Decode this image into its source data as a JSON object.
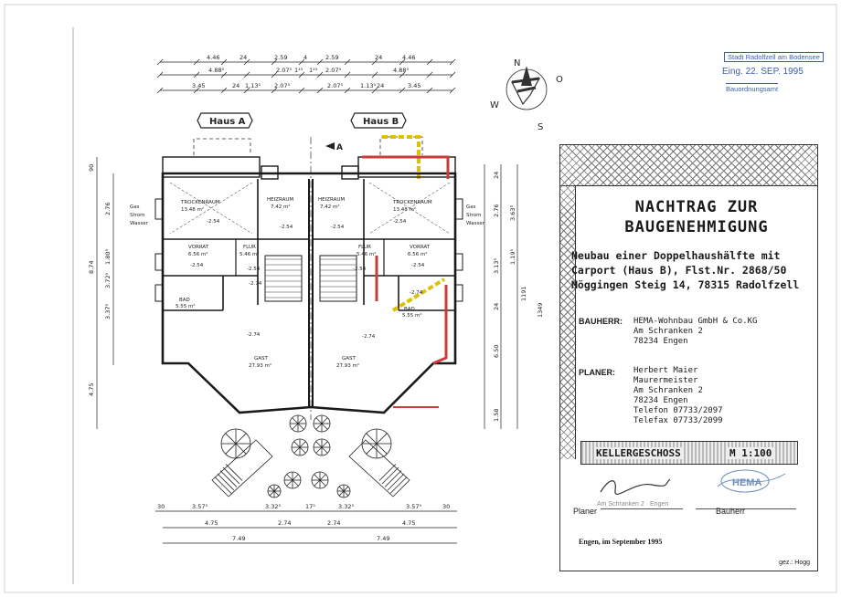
{
  "receipt_stamp": {
    "authority": "Stadt Radolfzell am Bodensee",
    "received": "Eing. 22. SEP. 1995",
    "office": "Bauordnungsamt"
  },
  "compass": {
    "n": "N",
    "s": "S",
    "w": "W",
    "o": "O"
  },
  "house_labels": {
    "a": "Haus A",
    "b": "Haus B"
  },
  "section_marker": "A",
  "dims_top": {
    "row1": [
      "4.46",
      "24",
      "2.59",
      "4",
      "2.59",
      "24",
      "4.46"
    ],
    "row2": [
      "4.88⁵",
      "2.07⁵",
      "1¹⁵",
      "1¹⁵",
      "2.07⁵",
      "4.88⁵"
    ],
    "row3": [
      "3.45",
      "24",
      "1.13⁵",
      "2.07⁵",
      "2.07⁵",
      "1.13⁵",
      "24",
      "3.45"
    ]
  },
  "dims_left": [
    "90",
    "2.76",
    "3.72⁵",
    "8.74",
    "1.80⁵",
    "3.37⁵",
    "4.75"
  ],
  "dims_right": [
    "24",
    "2.76",
    "3.63⁵",
    "3.13⁵",
    "24",
    "1.19⁵",
    "1191",
    "6.50",
    "1.58",
    "1349"
  ],
  "dims_bottom": {
    "row1": [
      "30",
      "3.57⁵",
      "3.32⁵",
      "17⁵",
      "3.32⁵",
      "3.57⁵",
      "30"
    ],
    "row2": [
      "4.75",
      "2.74",
      "2.74",
      "4.75"
    ],
    "row3": [
      "7.49",
      "7.49"
    ]
  },
  "rooms": {
    "a": [
      {
        "name": "TROCKENRAUM",
        "area": "13.48 m²",
        "level": "-2.54"
      },
      {
        "name": "HEIZRAUM",
        "area": "7.42 m²",
        "level": "-2.54"
      },
      {
        "name": "VORRAT",
        "area": "6.56 m²",
        "level": "-2.54"
      },
      {
        "name": "FLUR",
        "area": "5.46 m²",
        "level": "-2.54"
      },
      {
        "name": "BAD",
        "area": "5.55 m²",
        "level": "-2.74"
      },
      {
        "name": "GAST",
        "area": "27.93 m²",
        "level": "-2.74"
      }
    ],
    "b": [
      {
        "name": "TROCKENRAUM",
        "area": "13.48 m²",
        "level": "-2.54"
      },
      {
        "name": "HEIZRAUM",
        "area": "7.42 m²",
        "level": "-2.54"
      },
      {
        "name": "VORRAT",
        "area": "6.56 m²",
        "level": "-2.54"
      },
      {
        "name": "FLUR",
        "area": "5.46 m²",
        "level": "-2.54"
      },
      {
        "name": "BAD",
        "area": "5.55 m²",
        "level": "-2.74"
      },
      {
        "name": "GAST",
        "area": "27.93 m²",
        "level": "-2.74"
      }
    ]
  },
  "utilities": [
    "Gas",
    "Strom",
    "Wasser"
  ],
  "title_block": {
    "title_line1": "NACHTRAG ZUR",
    "title_line2": "BAUGENEHMIGUNG",
    "project_line1": "Neubau einer Doppelhaushälfte mit",
    "project_line2": "Carport (Haus B), Flst.Nr. 2868/50",
    "project_line3": "Möggingen Steig 14, 78315 Radolfzell",
    "bauherr_label": "BAUHERR:",
    "bauherr_lines": [
      "HEMA-Wohnbau GmbH & Co.KG",
      "Am Schranken 2",
      "78234 Engen"
    ],
    "planer_label": "PLANER:",
    "planer_lines": [
      "Herbert Maier",
      "Maurermeister",
      "Am Schranken 2",
      "78234 Engen",
      "Telefon 07733/2097",
      "Telefax 07733/2099"
    ],
    "drawing_name": "KELLERGESCHOSS",
    "scale": "M 1:100",
    "stamp_planer_text": "Am Schranken 2 · Engen",
    "stamp_bauherr_text": "HEMA",
    "sign_planer": "Planer",
    "sign_bauherr": "Bauherr",
    "date_line": "Engen, im September 1995",
    "drawn_by": "gez.: Hogg"
  }
}
